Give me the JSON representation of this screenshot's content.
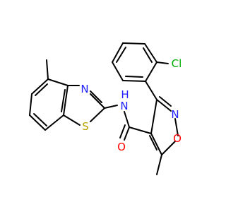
{
  "molecule": {
    "atoms": {
      "chlorine": "Cl",
      "isoxazole_nitrogen": "N",
      "isoxazole_oxygen": "O",
      "carbonyl_oxygen": "O",
      "amide_nh": "N",
      "amide_h": "H",
      "thiazole_nitrogen": "N",
      "thiazole_sulfur": "S"
    },
    "colors": {
      "bond": "#000000",
      "chlorine": "#00AA00",
      "nitrogen": "#2020FF",
      "oxygen": "#FF0000",
      "sulfur": "#B8A000"
    }
  }
}
